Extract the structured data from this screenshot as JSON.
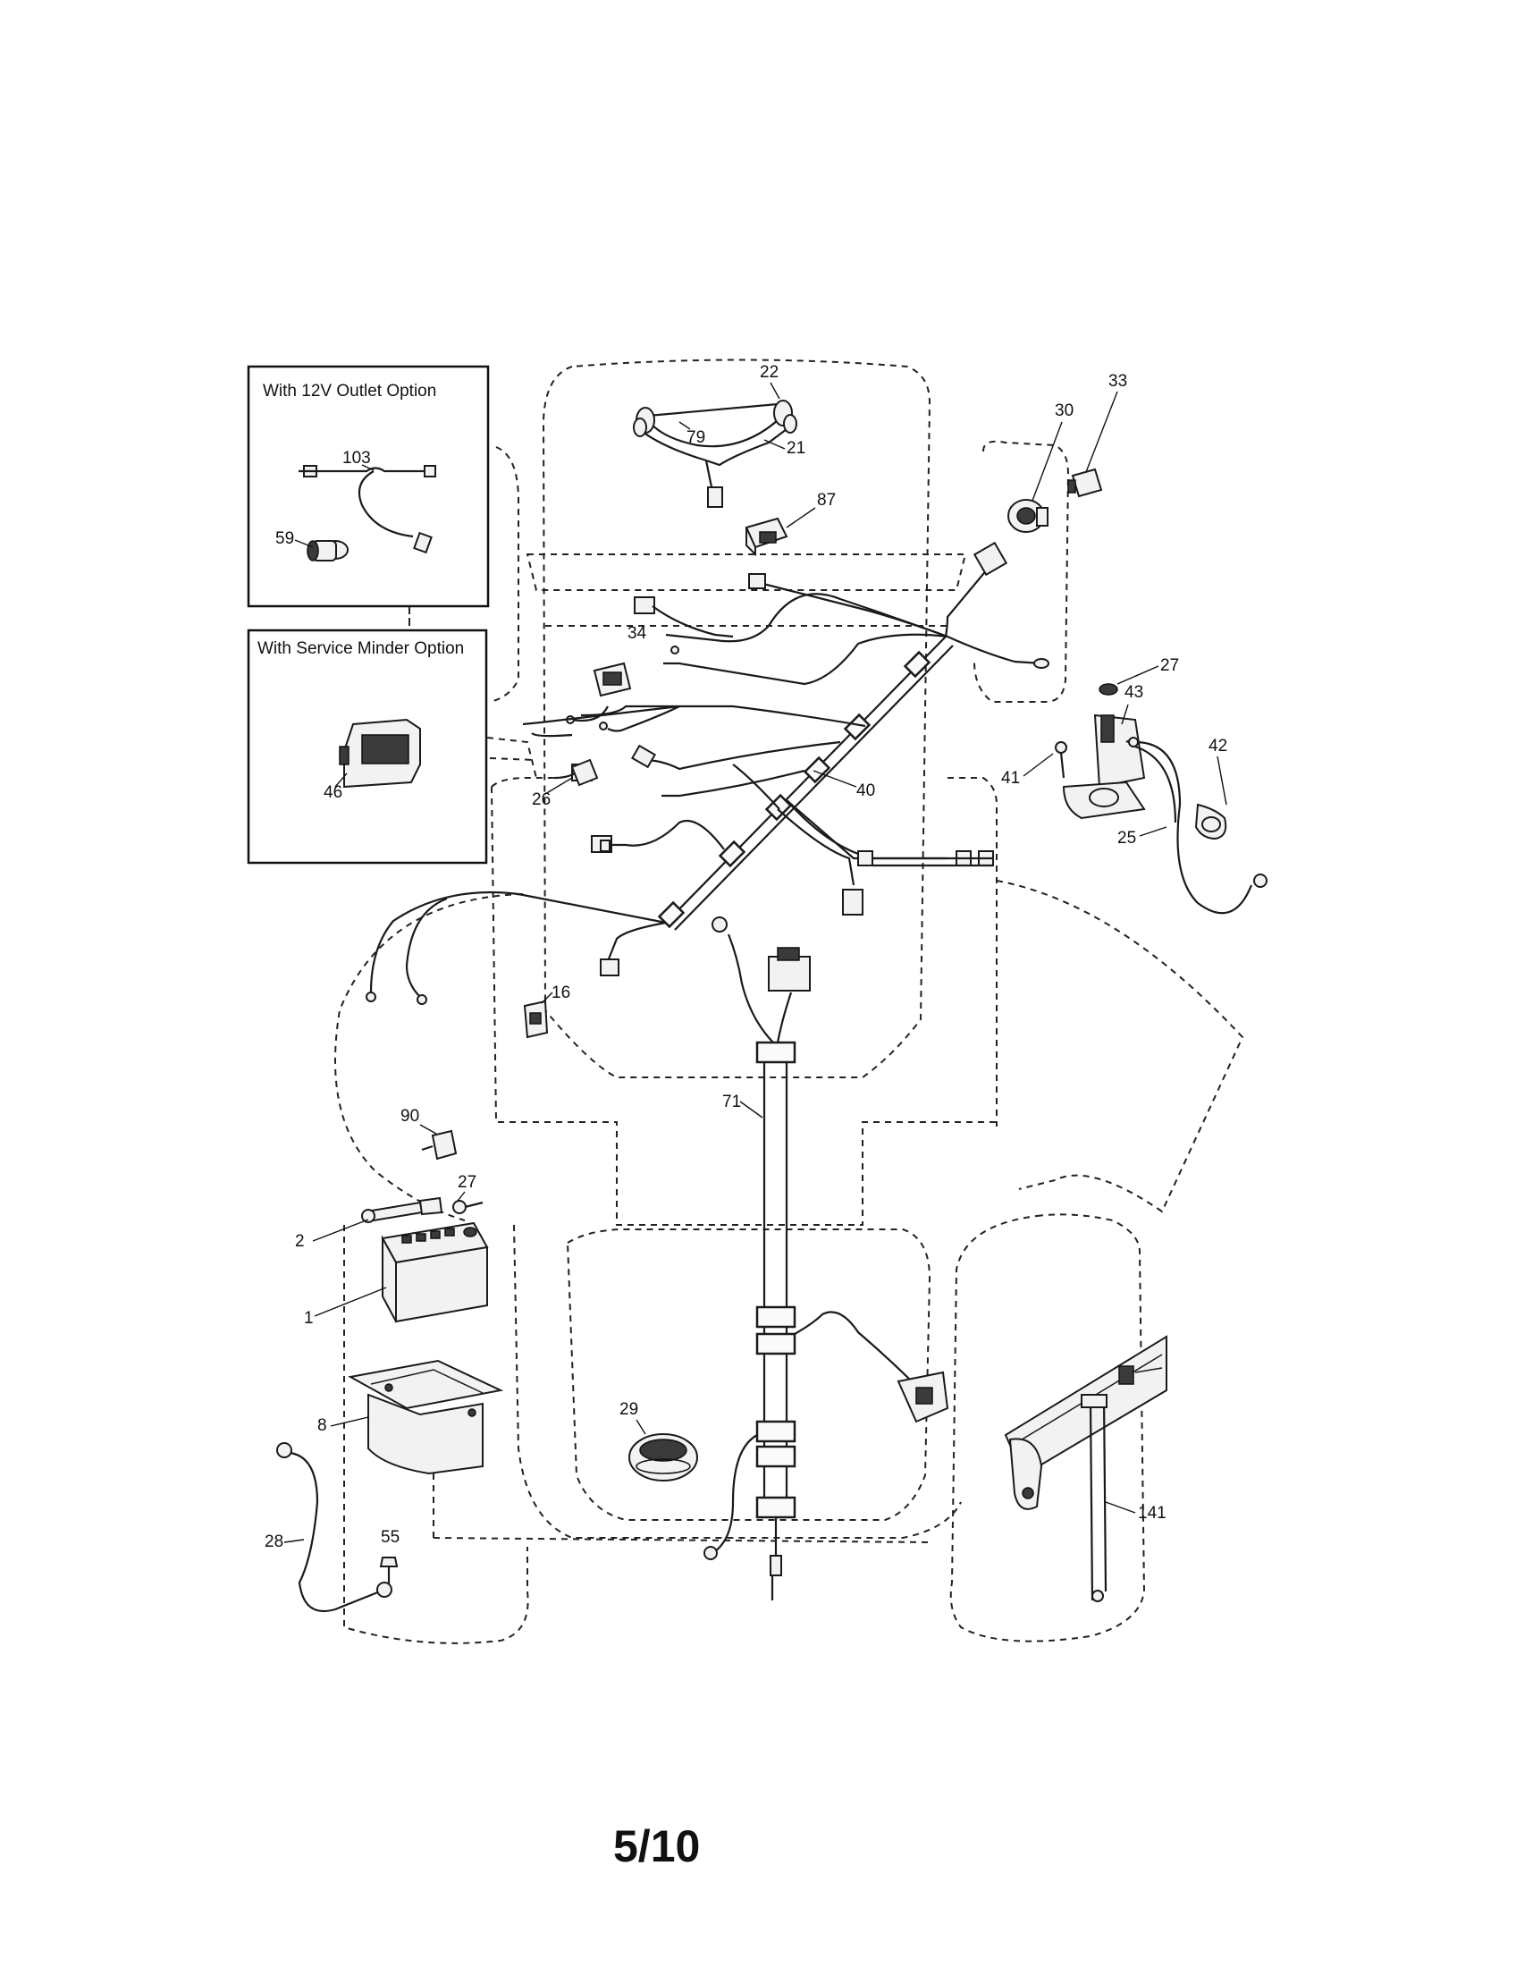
{
  "option_boxes": [
    {
      "title": "With 12V Outlet Option"
    },
    {
      "title": "With Service Minder Option"
    }
  ],
  "callouts": {
    "c103": "103",
    "c59": "59",
    "c46": "46",
    "c22": "22",
    "c79": "79",
    "c21": "21",
    "c87": "87",
    "c30": "30",
    "c33": "33",
    "c34": "34",
    "c27a": "27",
    "c43": "43",
    "c42": "42",
    "c41": "41",
    "c25": "25",
    "c26": "26",
    "c40": "40",
    "c16": "16",
    "c71": "71",
    "c90": "90",
    "c27b": "27",
    "c2": "2",
    "c1": "1",
    "c8": "8",
    "c29": "29",
    "c28": "28",
    "c55": "55",
    "c141": "141"
  },
  "page_number": "5/10"
}
